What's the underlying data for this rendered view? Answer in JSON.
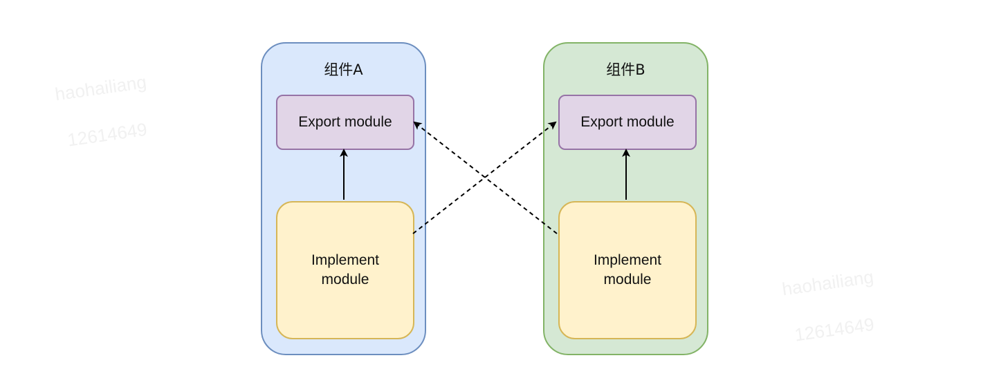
{
  "colors": {
    "component_a_fill": "#dae8fc",
    "component_a_stroke": "#6c8ebf",
    "component_b_fill": "#d5e8d4",
    "component_b_stroke": "#82b366",
    "export_fill": "#e1d5e7",
    "export_stroke": "#9673a6",
    "implement_fill": "#fff2cc",
    "implement_stroke": "#d6b656",
    "edge": "#000000",
    "watermark": "#f1f1f1"
  },
  "components": [
    {
      "title": "组件A",
      "export_label": "Export module",
      "implement_label_line1": "Implement",
      "implement_label_line2": "module"
    },
    {
      "title": "组件B",
      "export_label": "Export module",
      "implement_label_line1": "Implement",
      "implement_label_line2": "module"
    }
  ],
  "edges": [
    {
      "from": "component-a-implement",
      "to": "component-a-export",
      "style": "solid"
    },
    {
      "from": "component-b-implement",
      "to": "component-b-export",
      "style": "solid"
    },
    {
      "from": "component-a-implement",
      "to": "component-b-export",
      "style": "dashed"
    },
    {
      "from": "component-b-implement",
      "to": "component-a-export",
      "style": "dashed"
    }
  ],
  "watermark": {
    "line1": "haohailiang",
    "line2": "12614649"
  }
}
